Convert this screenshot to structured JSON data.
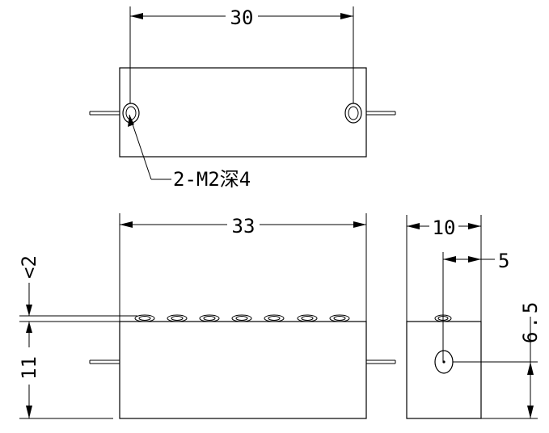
{
  "drawing": {
    "top_view": {
      "hole_spacing": "30",
      "hole_callout": "2-M2深4"
    },
    "front_view": {
      "length": "33",
      "pin_height": "<2",
      "body_height": "11"
    },
    "side_view": {
      "width": "10",
      "pin_offset": "5",
      "pin_height": "6.5"
    }
  }
}
